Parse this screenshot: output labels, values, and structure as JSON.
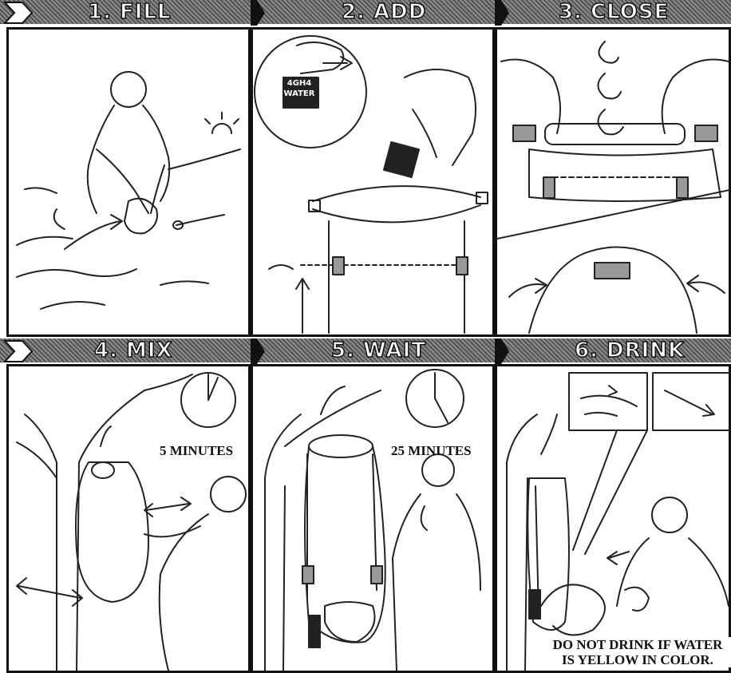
{
  "steps": [
    {
      "number": "1.",
      "word": "FILL"
    },
    {
      "number": "2.",
      "word": "ADD"
    },
    {
      "number": "3.",
      "word": "CLOSE"
    },
    {
      "number": "4.",
      "word": "MIX",
      "clock_label": "5 MINUTES"
    },
    {
      "number": "5.",
      "word": "WAIT",
      "clock_label": "25 MINUTES"
    },
    {
      "number": "6.",
      "word": "DRINK"
    }
  ],
  "packet_text": [
    "4GH4",
    "WATER"
  ],
  "warning": [
    "DO NOT DRINK IF WATER",
    "IS YELLOW IN COLOR."
  ]
}
